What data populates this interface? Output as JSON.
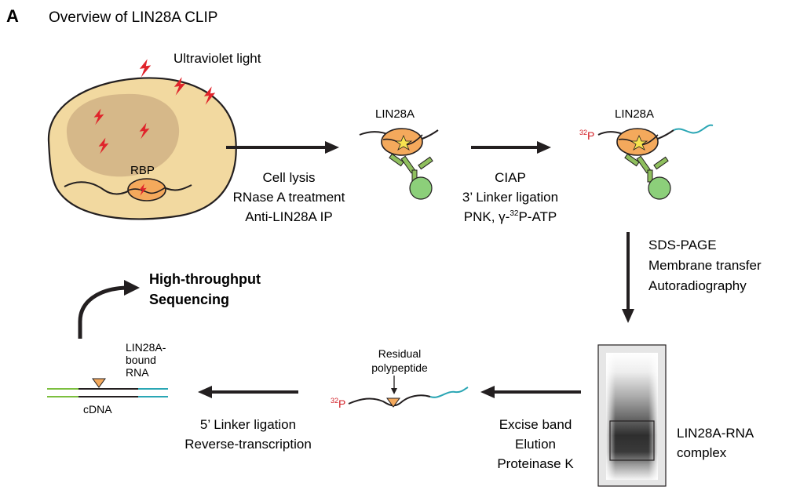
{
  "panel": {
    "letter": "A",
    "title": "Overview of LIN28A CLIP"
  },
  "labels": {
    "uv": "Ultraviolet light",
    "rbp": "RBP",
    "lin28a_1": "LIN28A",
    "lin28a_2": "LIN28A",
    "p32_sup_a": "32",
    "p32_p_a": "P",
    "p32_sup_b": "32",
    "p32_p_b": "P",
    "residual_1": "Residual",
    "residual_2": "polypeptide",
    "complex_1": "LIN28A-RNA",
    "complex_2": "complex",
    "bound_1": "LIN28A-",
    "bound_2": "bound",
    "bound_3": "RNA",
    "cdna": "cDNA",
    "hts_1": "High-throughput",
    "hts_2": "Sequencing"
  },
  "steps": {
    "s1": [
      "Cell lysis",
      "RNase A treatment",
      "Anti-LIN28A IP"
    ],
    "s2_l1": "CIAP",
    "s2_l2": "3’ Linker ligation",
    "s2_l3_pre": "PNK, γ-",
    "s2_l3_sup": "32",
    "s2_l3_post": "P-ATP",
    "s3": [
      "SDS-PAGE",
      "Membrane transfer",
      "Autoradiography"
    ],
    "s4": [
      "Excise band",
      "Elution",
      "Proteinase K"
    ],
    "s5": [
      "5’ Linker ligation",
      "Reverse-transcription"
    ]
  },
  "colors": {
    "cell": "#f2d9a0",
    "nucleus": "#d6b889",
    "protein": "#f4a95c",
    "antibody": "#8fbf5e",
    "bead": "#8ccf7a",
    "rna_linker": "#2aa6b4",
    "dna_linker": "#7cbf3f",
    "lightning": "#e0242b",
    "p32": "#d32027",
    "text": "#231f20"
  }
}
